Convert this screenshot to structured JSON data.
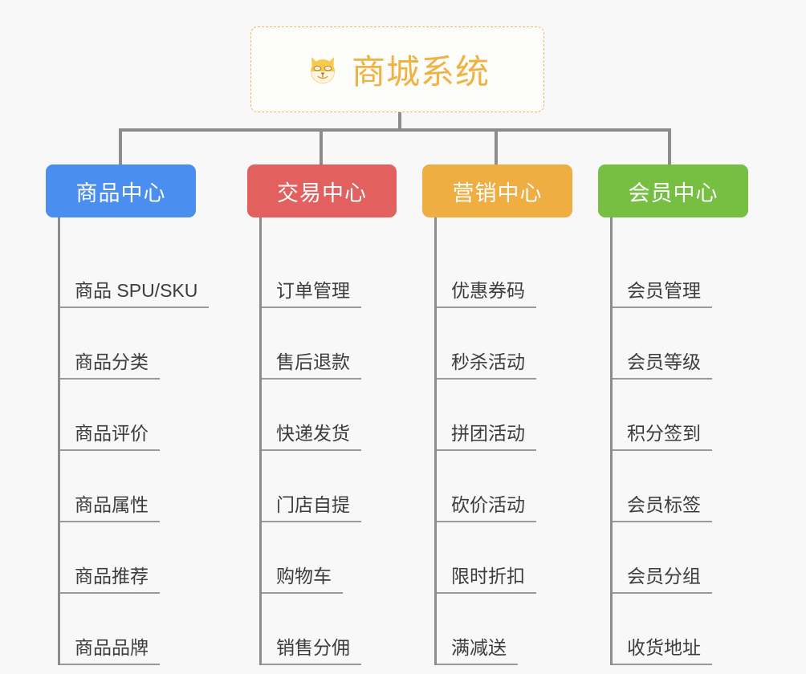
{
  "page": {
    "background_color": "#f8f8f8",
    "type": "mind-map"
  },
  "root": {
    "icon": "shiba-dog-face-icon",
    "emoji": "🐶",
    "title": "商城系统",
    "text_color": "#f0b241",
    "border_color": "#e8b964",
    "background_color": "#fdfdfc"
  },
  "connector": {
    "color": "#8c8c8c"
  },
  "branches": [
    {
      "id": "product-center",
      "title": "商品中心",
      "color": "#4a8ef0",
      "items": [
        "商品 SPU/SKU",
        "商品分类",
        "商品评价",
        "商品属性",
        "商品推荐",
        "商品品牌"
      ]
    },
    {
      "id": "trade-center",
      "title": "交易中心",
      "color": "#e2605e",
      "items": [
        "订单管理",
        "售后退款",
        "快递发货",
        "门店自提",
        "购物车",
        "销售分佣"
      ]
    },
    {
      "id": "marketing-center",
      "title": "营销中心",
      "color": "#efae41",
      "items": [
        "优惠券码",
        "秒杀活动",
        "拼团活动",
        "砍价活动",
        "限时折扣",
        "满减送"
      ]
    },
    {
      "id": "member-center",
      "title": "会员中心",
      "color": "#76bf43",
      "items": [
        "会员管理",
        "会员等级",
        "积分签到",
        "会员标签",
        "会员分组",
        "收货地址"
      ]
    }
  ]
}
